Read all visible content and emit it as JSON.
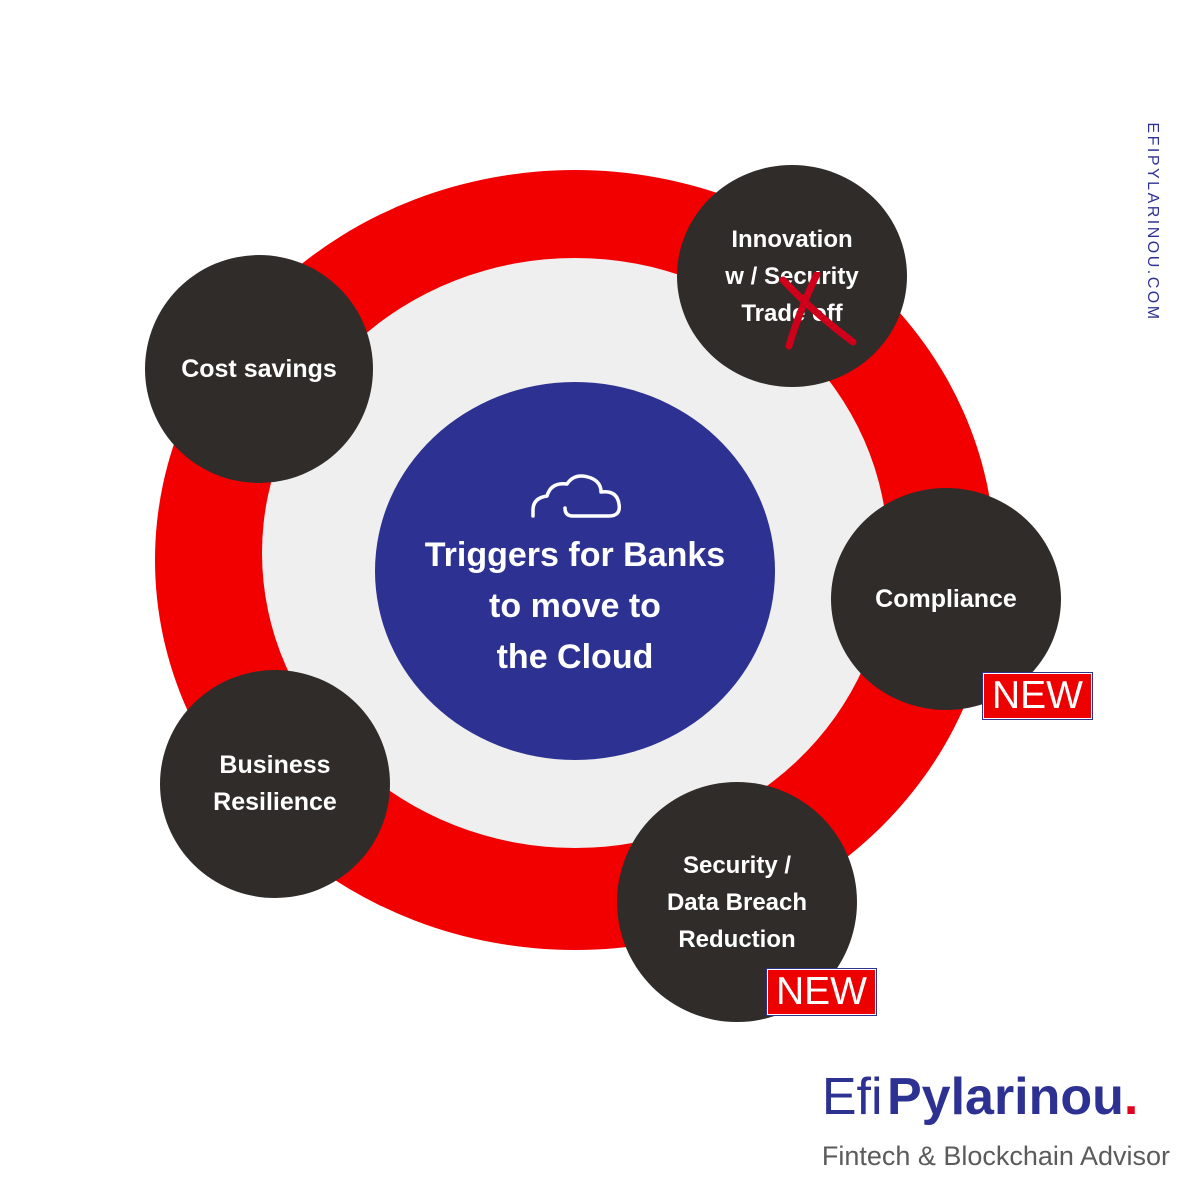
{
  "diagram": {
    "center": {
      "icon": "cloud-icon",
      "title": "Triggers for Banks\nto move to\nthe Cloud"
    },
    "nodes": [
      {
        "id": "cost",
        "label": "Cost savings"
      },
      {
        "id": "innovation",
        "label": "Innovation\nw / Security\nTrade off",
        "crossed_out": true
      },
      {
        "id": "compliance",
        "label": "Compliance",
        "badge": "NEW"
      },
      {
        "id": "business",
        "label": "Business\nResilience"
      },
      {
        "id": "security",
        "label": "Security /\nData Breach\nReduction",
        "badge": "NEW"
      }
    ],
    "colors": {
      "ring": "#f20000",
      "inner": "#efefef",
      "center": "#2d3192",
      "node": "#2f2c2a",
      "badge": "#ed0000",
      "cross": "#d0001a"
    }
  },
  "side_url": "EFIPYLARINOU.COM",
  "brand": {
    "first_name": "Efi",
    "last_name": "Pylarinou",
    "dot": ".",
    "subtitle": "Fintech & Blockchain Advisor"
  }
}
